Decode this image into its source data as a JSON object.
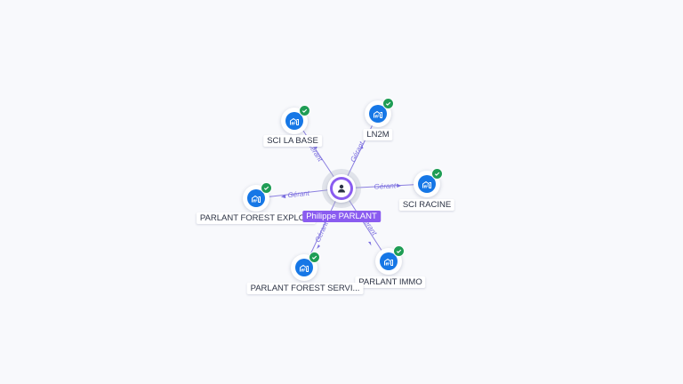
{
  "center": {
    "label": "Philippe PARLANT",
    "icon": "person-icon",
    "color": "#8a5cf0"
  },
  "relation_label": "Gérant",
  "companies": [
    {
      "label": "SCI LA BASE",
      "icon": "building-icon",
      "verified": true
    },
    {
      "label": "LN2M",
      "icon": "building-icon",
      "verified": true
    },
    {
      "label": "SCI RACINE",
      "icon": "building-icon",
      "verified": true
    },
    {
      "label": "PARLANT IMMO",
      "icon": "building-icon",
      "verified": true
    },
    {
      "label": "PARLANT FOREST SERVI...",
      "icon": "building-icon",
      "verified": true
    },
    {
      "label": "PARLANT FOREST EXPLO...",
      "icon": "building-icon",
      "verified": true
    }
  ],
  "colors": {
    "company_node": "#1677e6",
    "verified_badge": "#1f9d55",
    "edge": "#8b7fe0",
    "background": "#f8f9fc"
  }
}
